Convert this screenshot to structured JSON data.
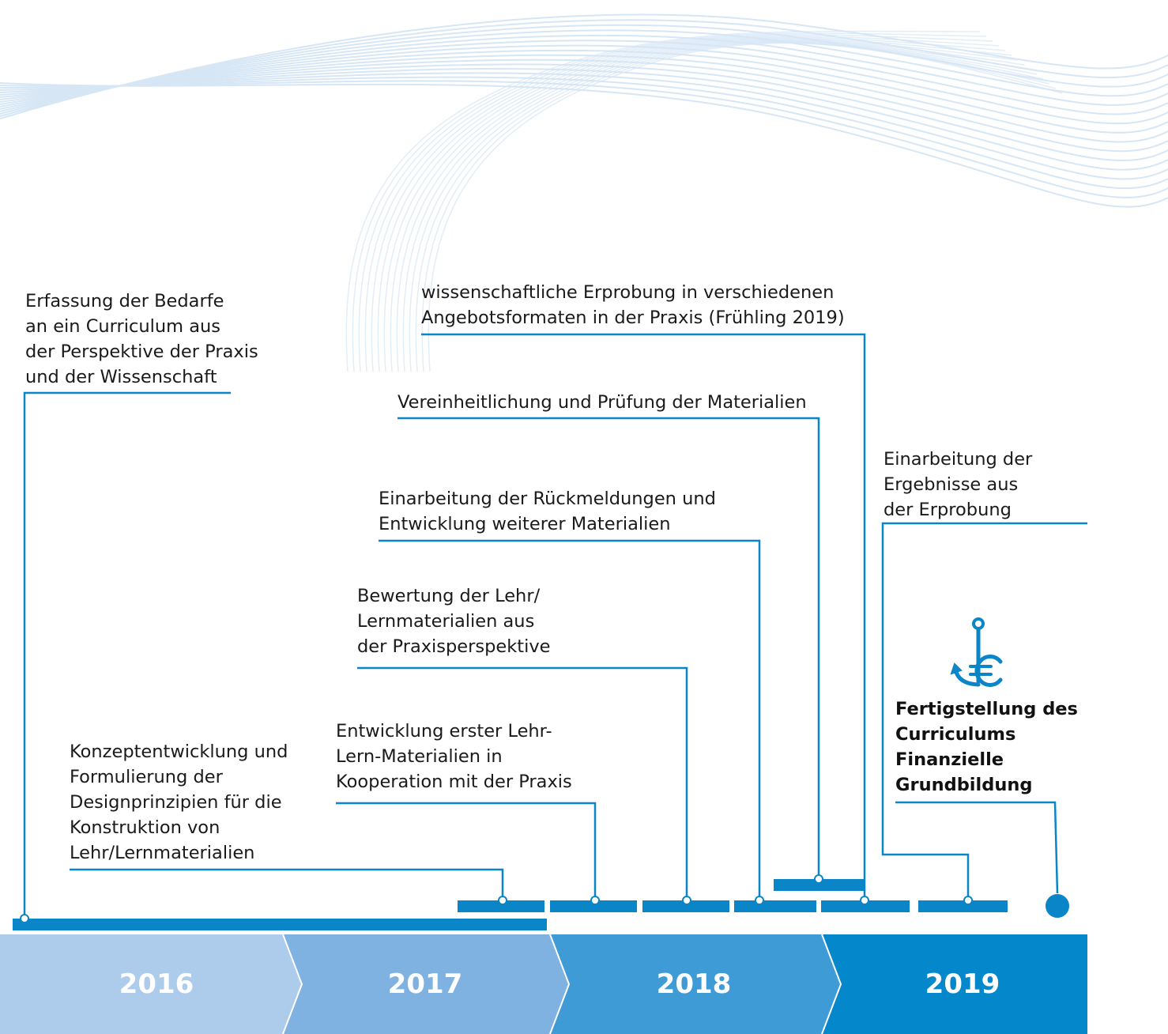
{
  "colors": {
    "line": "#0a86c8",
    "bar": "#0a86c8",
    "year_2016": "#adcbeb",
    "year_2017": "#7fb2e0",
    "year_2018": "#3e9bd6",
    "year_2019": "#0587cb",
    "waves": "#d6e6f5"
  },
  "years": [
    "2016",
    "2017",
    "2018",
    "2019"
  ],
  "milestones": [
    {
      "id": "bedarfe",
      "text": "Erfassung der Bedarfe\nan ein Curriculum aus\nder Perspektive der Praxis\nund der Wissenschaft"
    },
    {
      "id": "konzept",
      "text": "Konzeptentwicklung und\nFormulierung der\nDesignprinzipien für die\nKonstruktion von\nLehr/Lernmaterialien"
    },
    {
      "id": "entwicklung",
      "text": "Entwicklung erster Lehr-\nLern-Materialien in\nKooperation mit der Praxis"
    },
    {
      "id": "bewertung",
      "text": "Bewertung der Lehr/\nLernmaterialien aus\nder Praxisperspektive"
    },
    {
      "id": "rueckmeldungen",
      "text": "Einarbeitung der Rückmeldungen und\nEntwicklung weiterer Materialien"
    },
    {
      "id": "vereinheitlichung",
      "text": "Vereinheitlichung und Prüfung der Materialien"
    },
    {
      "id": "erprobung",
      "text": "wissenschaftliche Erprobung in verschiedenen\nAngebotsformaten in der Praxis (Frühling 2019)"
    },
    {
      "id": "ergebnisse",
      "text": "Einarbeitung der\nErgebnisse aus\nder Erprobung"
    },
    {
      "id": "fertigstellung",
      "text": "Fertigstellung des\nCurriculums\nFinanzielle\nGrundbildung"
    }
  ],
  "icons": {
    "final": "anchor-euro-icon"
  }
}
